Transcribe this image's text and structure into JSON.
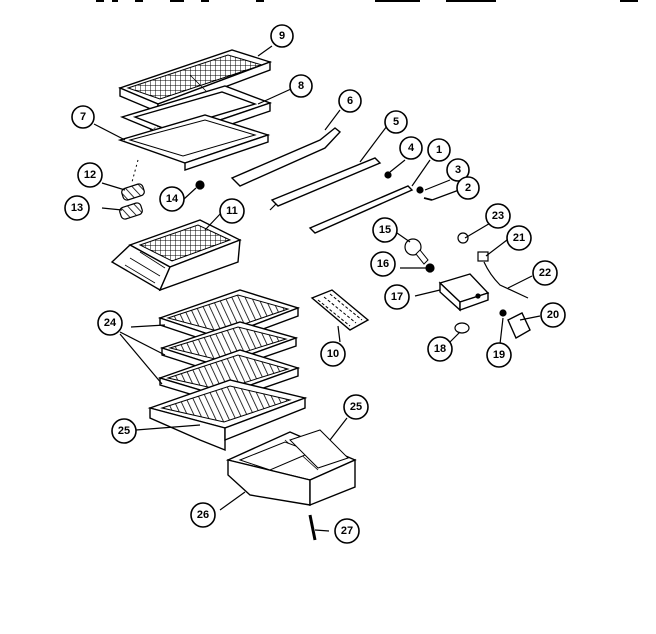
{
  "callouts": [
    {
      "id": "9",
      "label": "9"
    },
    {
      "id": "8",
      "label": "8"
    },
    {
      "id": "7",
      "label": "7"
    },
    {
      "id": "6",
      "label": "6"
    },
    {
      "id": "5",
      "label": "5"
    },
    {
      "id": "4",
      "label": "4"
    },
    {
      "id": "1",
      "label": "1"
    },
    {
      "id": "3",
      "label": "3"
    },
    {
      "id": "2",
      "label": "2"
    },
    {
      "id": "12",
      "label": "12"
    },
    {
      "id": "13",
      "label": "13"
    },
    {
      "id": "14",
      "label": "14"
    },
    {
      "id": "11",
      "label": "11"
    },
    {
      "id": "15",
      "label": "15"
    },
    {
      "id": "23",
      "label": "23"
    },
    {
      "id": "21",
      "label": "21"
    },
    {
      "id": "16",
      "label": "16"
    },
    {
      "id": "22",
      "label": "22"
    },
    {
      "id": "17",
      "label": "17"
    },
    {
      "id": "20",
      "label": "20"
    },
    {
      "id": "24",
      "label": "24"
    },
    {
      "id": "10",
      "label": "10"
    },
    {
      "id": "18",
      "label": "18"
    },
    {
      "id": "19",
      "label": "19"
    },
    {
      "id": "25a",
      "label": "25"
    },
    {
      "id": "25b",
      "label": "25"
    },
    {
      "id": "26",
      "label": "26"
    },
    {
      "id": "27",
      "label": "27"
    }
  ]
}
